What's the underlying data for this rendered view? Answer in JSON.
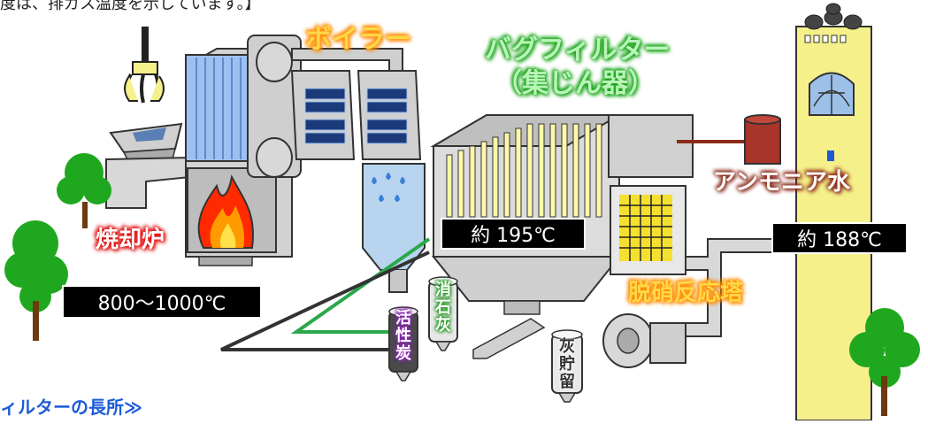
{
  "header_fragment": "度は、排ガス温度を示しています。】",
  "footer_fragment": "ィルターの長所≫",
  "labels": {
    "boiler": "ボイラー",
    "bag_filter_line1": "バグフィルター",
    "bag_filter_line2": "（集じん器）",
    "incinerator": "焼却炉",
    "ammonia_water": "アンモニア水",
    "denitration_tower": "脱硝反応塔",
    "activated_carbon": "活性炭",
    "slaked_lime": "消石灰",
    "ash_storage": "灰貯留"
  },
  "temperatures": {
    "incinerator": "800〜1000℃",
    "bag_filter": "約 195℃",
    "stack": "約 188℃"
  },
  "colors": {
    "boiler_label": "#ff8a00",
    "bag_filter_label": "#1aa51a",
    "incinerator_label": "#e01010",
    "ammonia_label": "#8a2a1a",
    "denitration_label": "#ff8a00",
    "chimney": "#f5f08a",
    "machinery": "#c8c8c8",
    "tree": "#1fa81f"
  }
}
